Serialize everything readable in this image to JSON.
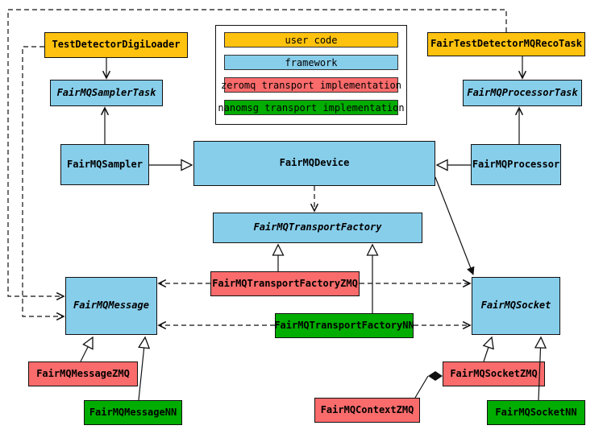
{
  "diagram": {
    "legend": {
      "items": [
        {
          "label": "user code",
          "color": "#ffc20e"
        },
        {
          "label": "framework",
          "color": "#87ceeb"
        },
        {
          "label": "zeromq transport implementation",
          "color": "#fa6b6b"
        },
        {
          "label": "nanomsg transport implementation",
          "color": "#00ad00"
        }
      ]
    },
    "nodes": {
      "digiLoader": {
        "label": "TestDetectorDigiLoader",
        "category": "user code"
      },
      "recoTask": {
        "label": "FairTestDetectorMQRecoTask",
        "category": "user code"
      },
      "samplerTask": {
        "label": "FairMQSamplerTask",
        "category": "framework",
        "abstract": true
      },
      "processorTask": {
        "label": "FairMQProcessorTask",
        "category": "framework",
        "abstract": true
      },
      "sampler": {
        "label": "FairMQSampler",
        "category": "framework"
      },
      "device": {
        "label": "FairMQDevice",
        "category": "framework"
      },
      "processor": {
        "label": "FairMQProcessor",
        "category": "framework"
      },
      "transportFactory": {
        "label": "FairMQTransportFactory",
        "category": "framework",
        "abstract": true
      },
      "transportFactoryZMQ": {
        "label": "FairMQTransportFactoryZMQ",
        "category": "zeromq"
      },
      "transportFactoryNN": {
        "label": "FairMQTransportFactoryNN",
        "category": "nanomsg"
      },
      "message": {
        "label": "FairMQMessage",
        "category": "framework",
        "abstract": true
      },
      "socket": {
        "label": "FairMQSocket",
        "category": "framework",
        "abstract": true
      },
      "messageZMQ": {
        "label": "FairMQMessageZMQ",
        "category": "zeromq"
      },
      "messageNN": {
        "label": "FairMQMessageNN",
        "category": "nanomsg"
      },
      "contextZMQ": {
        "label": "FairMQContextZMQ",
        "category": "zeromq"
      },
      "socketZMQ": {
        "label": "FairMQSocketZMQ",
        "category": "zeromq"
      },
      "socketNN": {
        "label": "FairMQSocketNN",
        "category": "nanomsg"
      }
    },
    "edges": [
      {
        "from": "TestDetectorDigiLoader",
        "to": "FairMQSamplerTask",
        "type": "inheritance"
      },
      {
        "from": "FairMQSampler",
        "to": "FairMQSamplerTask",
        "type": "association"
      },
      {
        "from": "FairTestDetectorMQRecoTask",
        "to": "FairMQProcessorTask",
        "type": "inheritance"
      },
      {
        "from": "FairMQProcessor",
        "to": "FairMQProcessorTask",
        "type": "association"
      },
      {
        "from": "FairMQSampler",
        "to": "FairMQDevice",
        "type": "inheritance"
      },
      {
        "from": "FairMQProcessor",
        "to": "FairMQDevice",
        "type": "inheritance"
      },
      {
        "from": "FairMQDevice",
        "to": "FairMQTransportFactory",
        "type": "dependency"
      },
      {
        "from": "FairMQDevice",
        "to": "FairMQSocket",
        "type": "association"
      },
      {
        "from": "FairMQTransportFactoryZMQ",
        "to": "FairMQTransportFactory",
        "type": "inheritance"
      },
      {
        "from": "FairMQTransportFactoryNN",
        "to": "FairMQTransportFactory",
        "type": "inheritance"
      },
      {
        "from": "FairMQTransportFactoryZMQ",
        "to": "FairMQMessage",
        "type": "dependency"
      },
      {
        "from": "FairMQTransportFactoryZMQ",
        "to": "FairMQSocket",
        "type": "dependency"
      },
      {
        "from": "FairMQTransportFactoryNN",
        "to": "FairMQMessage",
        "type": "dependency"
      },
      {
        "from": "FairMQTransportFactoryNN",
        "to": "FairMQSocket",
        "type": "dependency"
      },
      {
        "from": "FairTestDetectorMQRecoTask",
        "to": "FairMQMessage",
        "type": "dependency"
      },
      {
        "from": "TestDetectorDigiLoader",
        "to": "FairMQMessage",
        "type": "dependency"
      },
      {
        "from": "FairMQMessageZMQ",
        "to": "FairMQMessage",
        "type": "inheritance"
      },
      {
        "from": "FairMQMessageNN",
        "to": "FairMQMessage",
        "type": "inheritance"
      },
      {
        "from": "FairMQSocketZMQ",
        "to": "FairMQSocket",
        "type": "inheritance"
      },
      {
        "from": "FairMQSocketNN",
        "to": "FairMQSocket",
        "type": "inheritance"
      },
      {
        "from": "FairMQContextZMQ",
        "to": "FairMQSocketZMQ",
        "type": "aggregation"
      }
    ]
  }
}
